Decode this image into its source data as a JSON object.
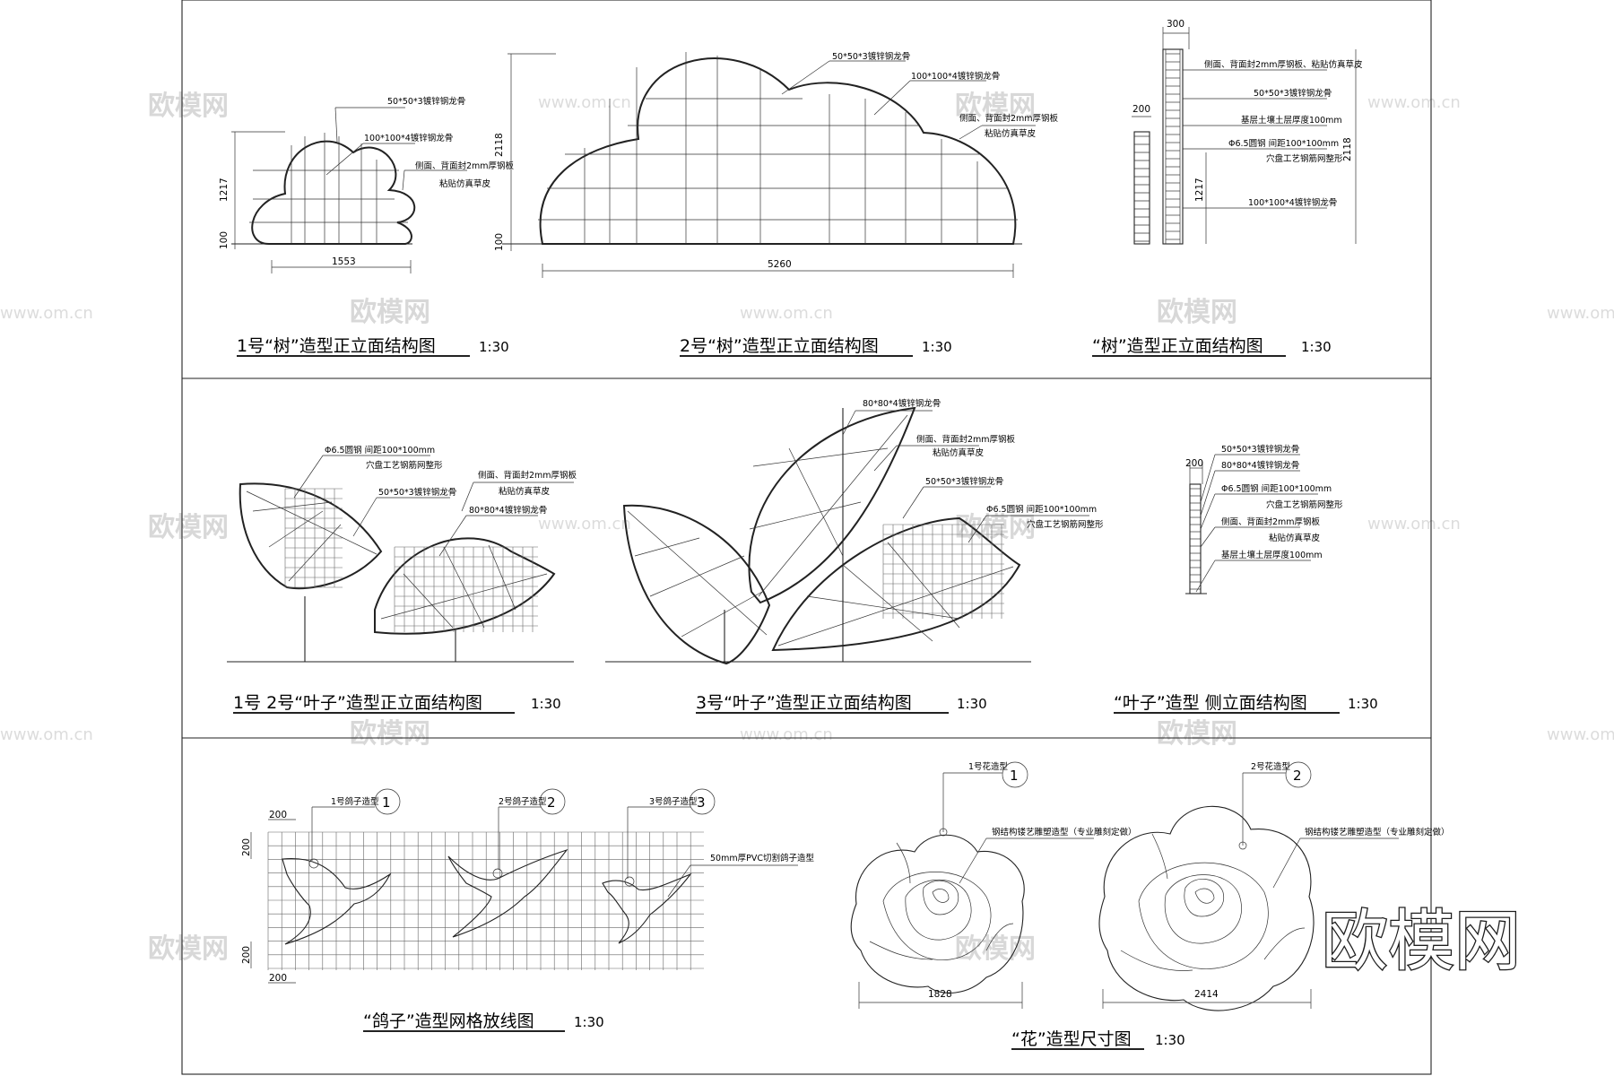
{
  "titles": {
    "tree1": "1号“树”造型正立面结构图",
    "tree2": "2号“树”造型正立面结构图",
    "tree_side": "“树”造型正立面结构图",
    "leaf12": "1号 2号“叶子”造型正立面结构图",
    "leaf3": "3号“叶子”造型正立面结构图",
    "leaf_side": "“叶子”造型 侧立面结构图",
    "dove": "“鸽子”造型网格放线图",
    "flower": "“花”造型尺寸图"
  },
  "scale": "1:30",
  "tree1": {
    "notes": [
      "50*50*3镀锌钢龙骨",
      "100*100*4镀锌钢龙骨",
      "侧面、背面封2mm厚钢板",
      "粘贴仿真草皮"
    ],
    "dims": {
      "height": "1217",
      "base": "100",
      "width": "1553"
    }
  },
  "tree2": {
    "notes": [
      "50*50*3镀锌钢龙骨",
      "100*100*4镀锌钢龙骨",
      "侧面、背面封2mm厚钢板",
      "粘贴仿真草皮"
    ],
    "dims": {
      "height": "2118",
      "base": "100",
      "width": "5260"
    }
  },
  "tree_side": {
    "notes": [
      "侧面、背面封2mm厚钢板、粘贴仿真草皮",
      "50*50*3镀锌钢龙骨",
      "基层土壤土层厚度100mm",
      "Φ6.5圆钢 间距100*100mm",
      "穴盘工艺钢筋网整形",
      "100*100*4镀锌钢龙骨"
    ],
    "dims": {
      "top": "300",
      "small": "200",
      "h1": "1217",
      "h2": "2118"
    }
  },
  "leaf12": {
    "notes": [
      "Φ6.5圆钢 间距100*100mm",
      "穴盘工艺钢筋网整形",
      "50*50*3镀锌钢龙骨",
      "侧面、背面封2mm厚钢板",
      "粘贴仿真草皮",
      "80*80*4镀锌钢龙骨"
    ]
  },
  "leaf3": {
    "notes": [
      "80*80*4镀锌钢龙骨",
      "侧面、背面封2mm厚钢板",
      "粘贴仿真草皮",
      "50*50*3镀锌钢龙骨",
      "Φ6.5圆钢 间距100*100mm",
      "穴盘工艺钢筋网整形"
    ]
  },
  "leaf_side": {
    "notes": [
      "50*50*3镀锌钢龙骨",
      "80*80*4镀锌钢龙骨",
      "Φ6.5圆钢 间距100*100mm",
      "穴盘工艺钢筋网整形",
      "侧面、背面封2mm厚钢板",
      "粘贴仿真草皮",
      "基层土壤土层厚度100mm"
    ],
    "dims": {
      "top": "200"
    }
  },
  "dove": {
    "labels": [
      "1号鸽子造型",
      "2号鸽子造型",
      "3号鸽子造型"
    ],
    "nums": [
      "1",
      "2",
      "3"
    ],
    "material": "50mm厚PVC切割鸽子造型",
    "dims": {
      "top": "200",
      "left_top": "200",
      "left_bot": "200",
      "bottom": "200"
    }
  },
  "flower": {
    "labels": [
      "1号花造型",
      "2号花造型"
    ],
    "nums": [
      "1",
      "2"
    ],
    "notes": [
      "钢结构镂艺雕塑造型（专业雕刻定做）",
      "钢结构镂艺雕塑造型（专业雕刻定做）"
    ],
    "dims": {
      "w1": "1828",
      "w2": "2414"
    }
  },
  "watermark": {
    "text": "欧模网",
    "url": "www.om.cn"
  },
  "brand": "欧模网"
}
